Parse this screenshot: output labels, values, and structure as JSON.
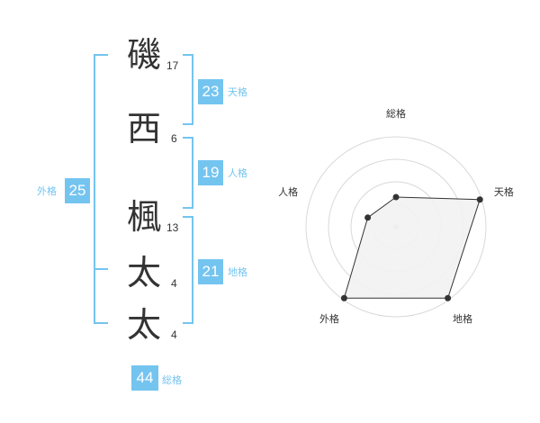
{
  "characters": [
    {
      "char": "磯",
      "strokes": "17"
    },
    {
      "char": "西",
      "strokes": "6"
    },
    {
      "char": "楓",
      "strokes": "13"
    },
    {
      "char": "太",
      "strokes": "4"
    },
    {
      "char": "太",
      "strokes": "4"
    }
  ],
  "fortunes": {
    "tenkaku": {
      "value": "23",
      "label": "天格"
    },
    "jinkaku": {
      "value": "19",
      "label": "人格"
    },
    "chikaku": {
      "value": "21",
      "label": "地格"
    },
    "gaikaku": {
      "value": "25",
      "label": "外格"
    },
    "soukaku": {
      "value": "44",
      "label": "総格"
    }
  },
  "colors": {
    "accent": "#74c4f0",
    "text": "#333333",
    "ring": "#d9d9d9",
    "fill": "#f2f2f2"
  },
  "chart_data": {
    "type": "radar",
    "axes": [
      "総格",
      "天格",
      "地格",
      "外格",
      "人格"
    ],
    "values": [
      0.33,
      0.98,
      0.98,
      0.98,
      0.33
    ],
    "range": [
      0,
      1
    ],
    "rings": 4
  }
}
